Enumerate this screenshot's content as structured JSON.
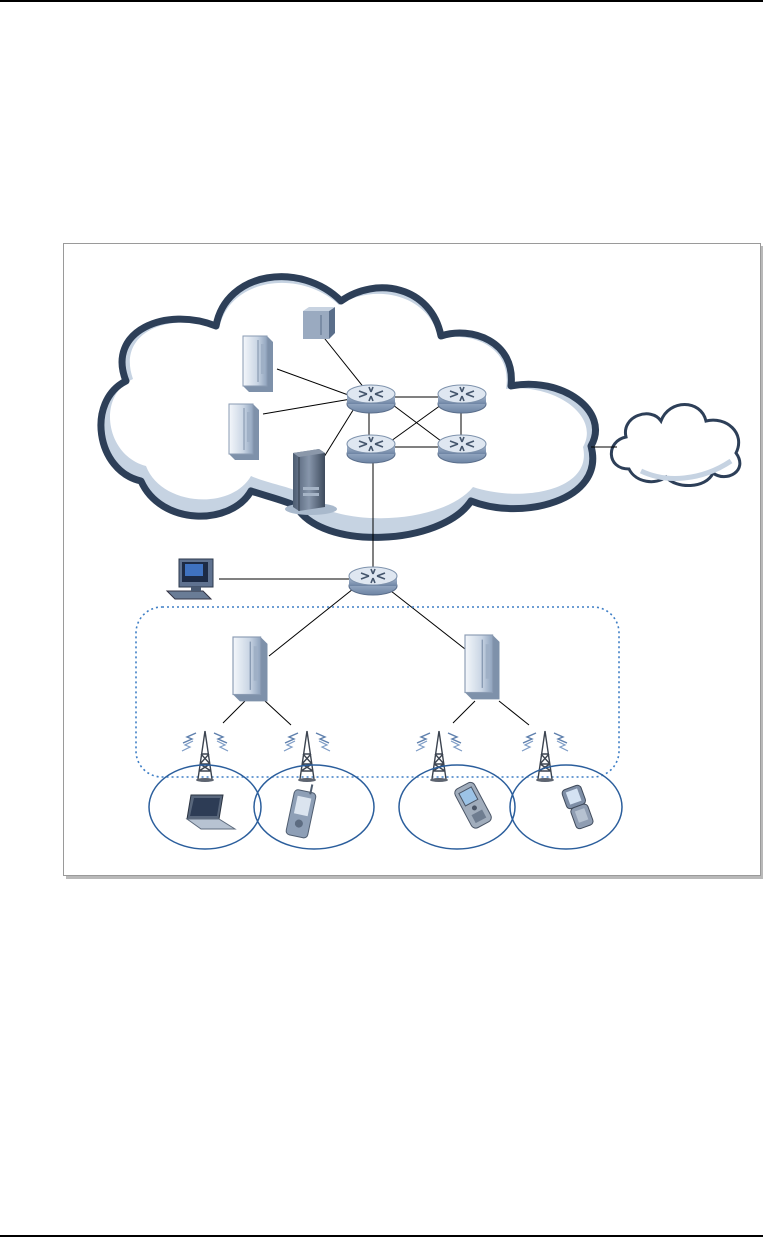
{
  "diagram": {
    "kind": "network-topology",
    "colors": {
      "cloud_outline": "#2d3f58",
      "cloud_shadow": "#c6d3e2",
      "router_body": "#8ea3bf",
      "router_top": "#dde6f1",
      "server": "#d9e2ee",
      "coverage_circle": "#2b5e9c",
      "dotted_region": "#3f7fc6",
      "link": "#000000"
    },
    "nodes": [
      {
        "id": "core-server-1",
        "icon": "server-tower-icon"
      },
      {
        "id": "core-server-2",
        "icon": "server-tower-icon"
      },
      {
        "id": "core-box",
        "icon": "server-box-icon"
      },
      {
        "id": "core-rack",
        "icon": "rack-server-icon"
      },
      {
        "id": "router-a",
        "icon": "router-icon"
      },
      {
        "id": "router-b",
        "icon": "router-icon"
      },
      {
        "id": "router-c",
        "icon": "router-icon"
      },
      {
        "id": "router-d",
        "icon": "router-icon"
      },
      {
        "id": "edge-router",
        "icon": "router-icon"
      },
      {
        "id": "workstation",
        "icon": "desktop-computer-icon"
      },
      {
        "id": "controller-left",
        "icon": "server-tower-icon"
      },
      {
        "id": "controller-right",
        "icon": "server-tower-icon"
      },
      {
        "id": "tower-1",
        "icon": "antenna-tower-icon"
      },
      {
        "id": "tower-2",
        "icon": "antenna-tower-icon"
      },
      {
        "id": "tower-3",
        "icon": "antenna-tower-icon"
      },
      {
        "id": "tower-4",
        "icon": "antenna-tower-icon"
      },
      {
        "id": "laptop",
        "icon": "laptop-icon"
      },
      {
        "id": "pda",
        "icon": "pda-icon"
      },
      {
        "id": "phone",
        "icon": "mobile-phone-icon"
      },
      {
        "id": "flip-phone",
        "icon": "flip-phone-icon"
      },
      {
        "id": "external-network",
        "icon": "cloud-icon"
      }
    ],
    "links": [
      [
        "core-box",
        "router-a"
      ],
      [
        "core-server-1",
        "router-a"
      ],
      [
        "core-server-2",
        "router-a"
      ],
      [
        "core-rack",
        "router-a"
      ],
      [
        "router-a",
        "router-b"
      ],
      [
        "router-a",
        "router-c"
      ],
      [
        "router-a",
        "router-d"
      ],
      [
        "router-b",
        "router-c"
      ],
      [
        "router-b",
        "router-d"
      ],
      [
        "router-c",
        "router-d"
      ],
      [
        "router-c",
        "edge-router"
      ],
      [
        "workstation",
        "edge-router"
      ],
      [
        "edge-router",
        "controller-left"
      ],
      [
        "edge-router",
        "controller-right"
      ],
      [
        "controller-left",
        "tower-1"
      ],
      [
        "controller-left",
        "tower-2"
      ],
      [
        "controller-right",
        "tower-3"
      ],
      [
        "controller-right",
        "tower-4"
      ],
      [
        "core-network",
        "external-network"
      ]
    ]
  }
}
